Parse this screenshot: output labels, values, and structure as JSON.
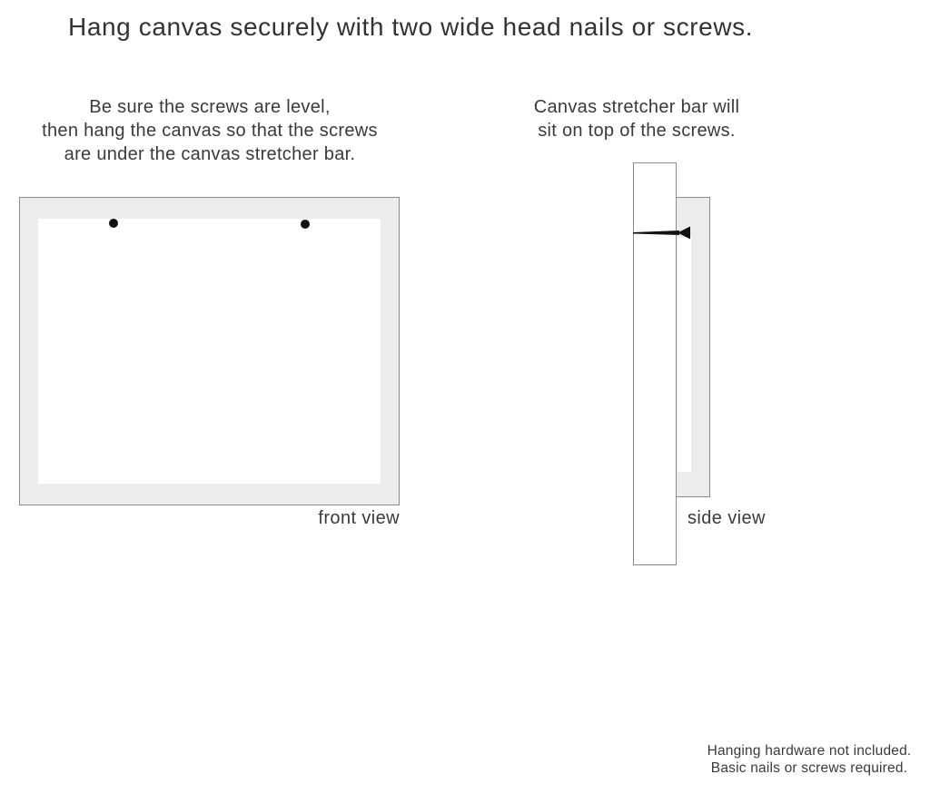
{
  "title": "Hang canvas securely with two wide head nails or screws.",
  "instructions": {
    "left": {
      "lines": [
        "Be sure the screws are level,",
        "then hang the canvas so that the screws",
        "are under the canvas stretcher bar."
      ]
    },
    "right": {
      "lines": [
        "Canvas stretcher bar will",
        "sit on top of the screws."
      ]
    }
  },
  "front_view": {
    "label": "front view",
    "nail_count": 2
  },
  "side_view": {
    "label": "side view"
  },
  "footnote": {
    "lines": [
      "Hanging hardware not included.",
      "Basic nails or screws required."
    ]
  },
  "colors": {
    "text": "#3a3a3a",
    "canvas_fill": "#ececec",
    "border": "#8a8a8a",
    "nail": "#111111",
    "background": "#ffffff"
  }
}
